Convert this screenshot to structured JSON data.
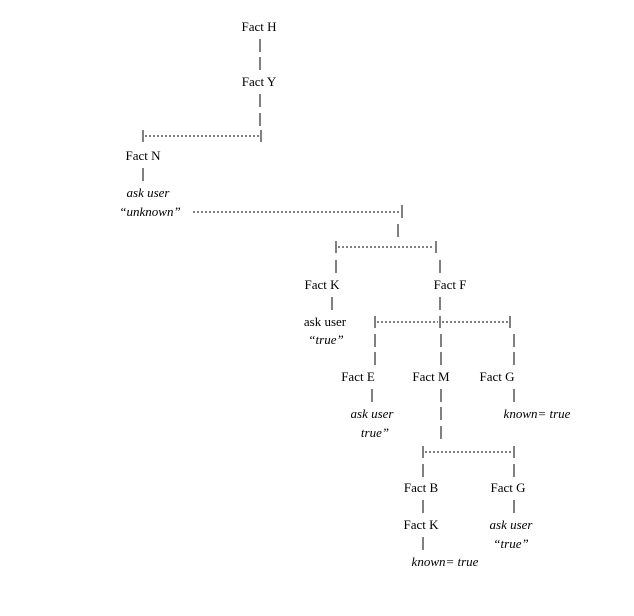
{
  "nodes": {
    "fact_h": "Fact H",
    "fact_y": "Fact Y",
    "fact_n": "Fact N",
    "fact_n_ask": "ask user",
    "fact_n_answer": "“unknown”",
    "fact_k_1": "Fact K",
    "fact_k_1_ask": "ask user",
    "fact_k_1_answer": "“true”",
    "fact_f": "Fact F",
    "fact_e": "Fact E",
    "fact_e_ask": "ask user",
    "fact_e_answer": "true”",
    "fact_m": "Fact M",
    "fact_g_1": "Fact G",
    "fact_g_1_known": "known= true",
    "fact_b": "Fact B",
    "fact_k_2": "Fact K",
    "fact_k_2_known": "known= true",
    "fact_g_2": "Fact G",
    "fact_g_2_ask": "ask user",
    "fact_g_2_answer": "“true”"
  }
}
